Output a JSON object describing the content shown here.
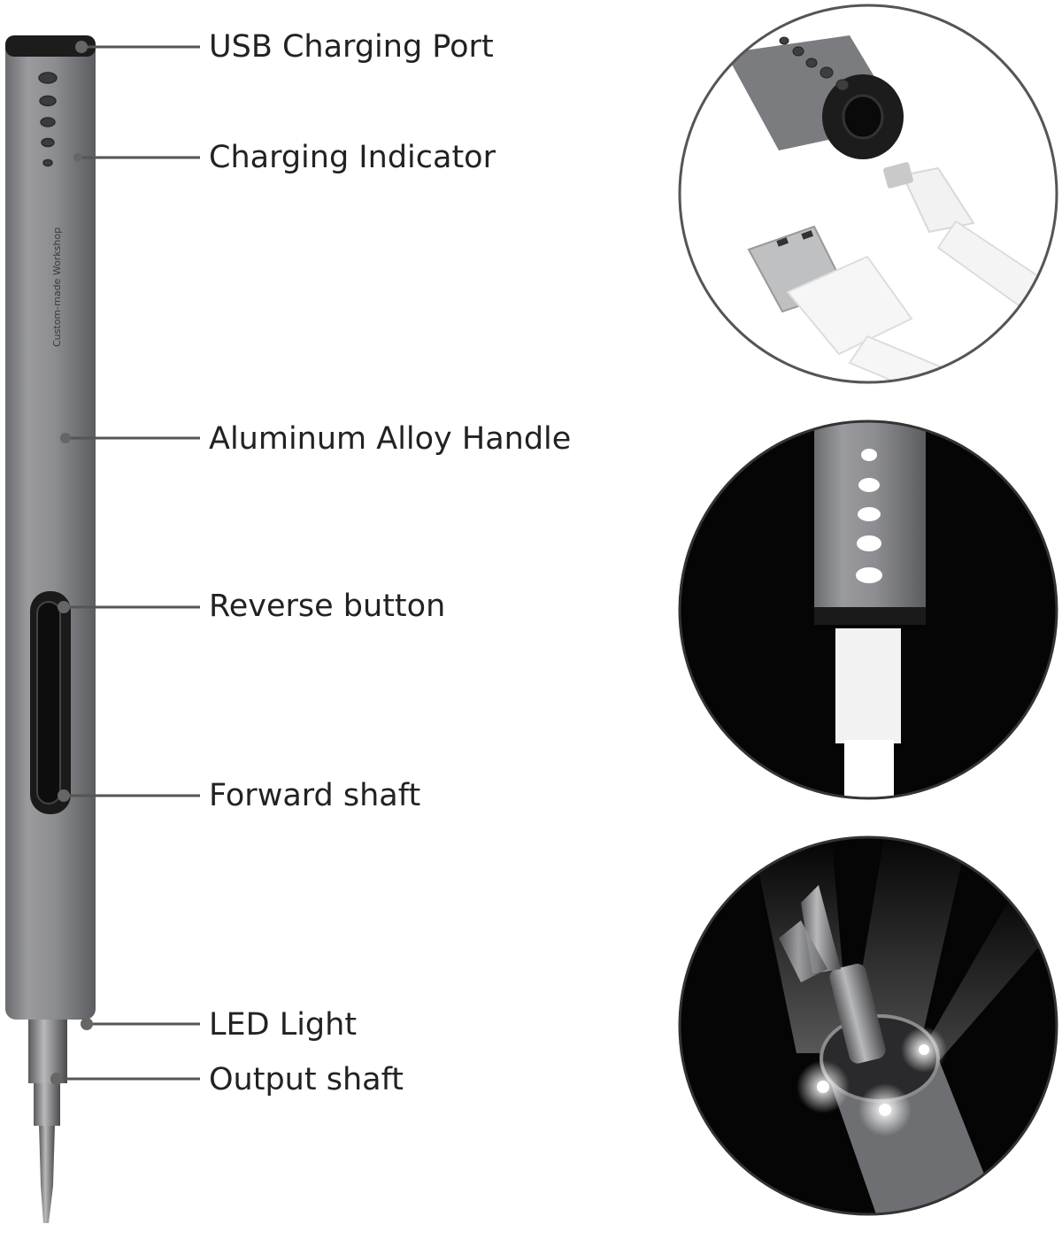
{
  "callouts": [
    {
      "id": "usb-charging-port",
      "label": "USB Charging Port"
    },
    {
      "id": "charging-indicator",
      "label": "Charging Indicator"
    },
    {
      "id": "aluminum-alloy-handle",
      "label": "Aluminum Alloy Handle"
    },
    {
      "id": "reverse-button",
      "label": "Reverse button"
    },
    {
      "id": "forward-shaft",
      "label": "Forward shaft"
    },
    {
      "id": "led-light",
      "label": "LED Light"
    },
    {
      "id": "output-shaft",
      "label": "Output shaft"
    }
  ],
  "engraving": "Custom-made Workshop",
  "colors": {
    "body": "#8a8b8d",
    "body_dark": "#5e5f62",
    "cap": "#1c1c1c",
    "line": "#555555",
    "circle_border": "#555555",
    "dark_bg": "#050505"
  }
}
